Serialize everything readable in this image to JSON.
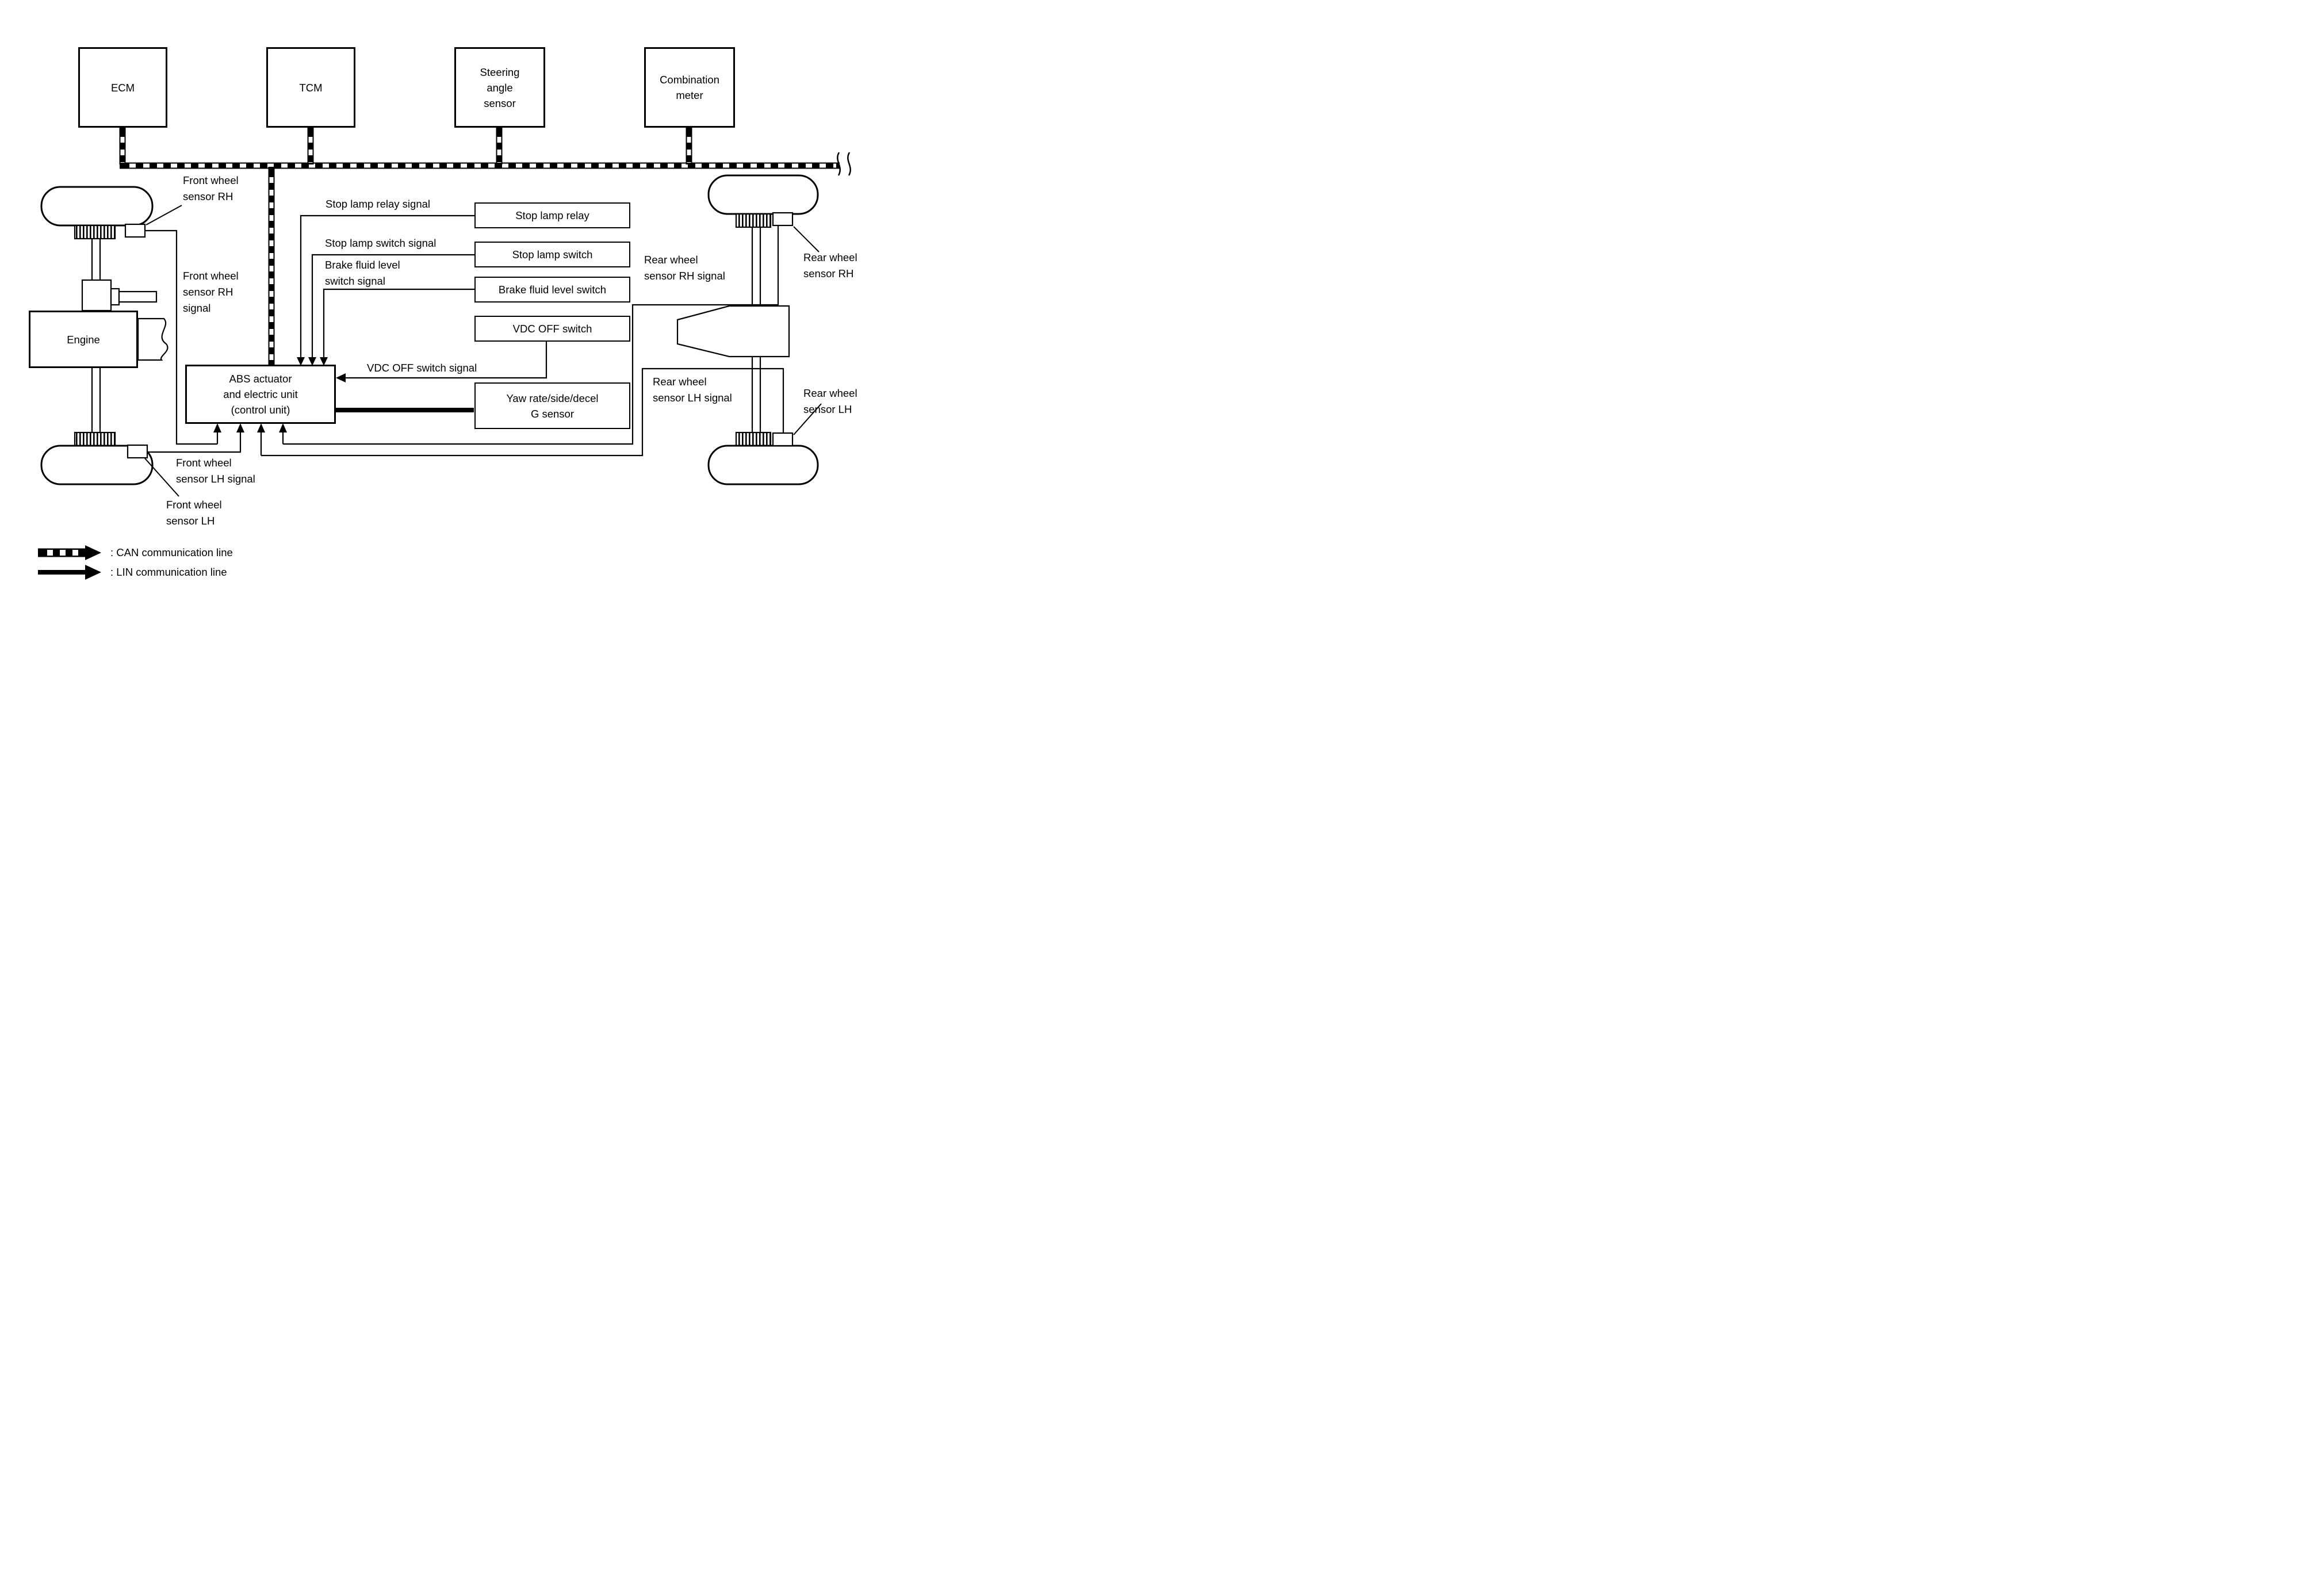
{
  "colors": {
    "ink": "#000000",
    "background": "#ffffff"
  },
  "nodes": {
    "ecm": {
      "label": "ECM"
    },
    "tcm": {
      "label": "TCM"
    },
    "steering_angle_sensor": {
      "label": "Steering\nangle\nsensor"
    },
    "combination_meter": {
      "label": "Combination\nmeter"
    },
    "stop_lamp_relay": {
      "label": "Stop lamp relay"
    },
    "stop_lamp_switch": {
      "label": "Stop lamp switch"
    },
    "brake_fluid_level_switch": {
      "label": "Brake fluid level switch"
    },
    "vdc_off_switch": {
      "label": "VDC OFF switch"
    },
    "yaw_rate_g_sensor": {
      "label": "Yaw rate/side/decel\nG sensor"
    },
    "abs_unit": {
      "label": "ABS actuator\nand electric unit\n(control unit)"
    },
    "engine": {
      "label": "Engine"
    }
  },
  "signal_labels": {
    "front_wheel_sensor_rh": "Front wheel\nsensor RH",
    "front_wheel_sensor_rh_signal": "Front wheel\nsensor RH\nsignal",
    "front_wheel_sensor_lh_signal": "Front wheel\nsensor LH signal",
    "front_wheel_sensor_lh": "Front wheel\nsensor LH",
    "stop_lamp_relay_signal": "Stop lamp relay signal",
    "stop_lamp_switch_signal": "Stop lamp switch signal",
    "brake_fluid_level_switch_signal": "Brake fluid level\nswitch signal",
    "vdc_off_switch_signal": "VDC OFF switch signal",
    "rear_wheel_sensor_rh": "Rear wheel\nsensor RH",
    "rear_wheel_sensor_rh_signal": "Rear wheel\nsensor RH signal",
    "rear_wheel_sensor_lh_signal": "Rear wheel\nsensor LH signal",
    "rear_wheel_sensor_lh": "Rear wheel\nsensor LH"
  },
  "legend": {
    "can": ": CAN communication line",
    "lin": ": LIN communication line"
  }
}
